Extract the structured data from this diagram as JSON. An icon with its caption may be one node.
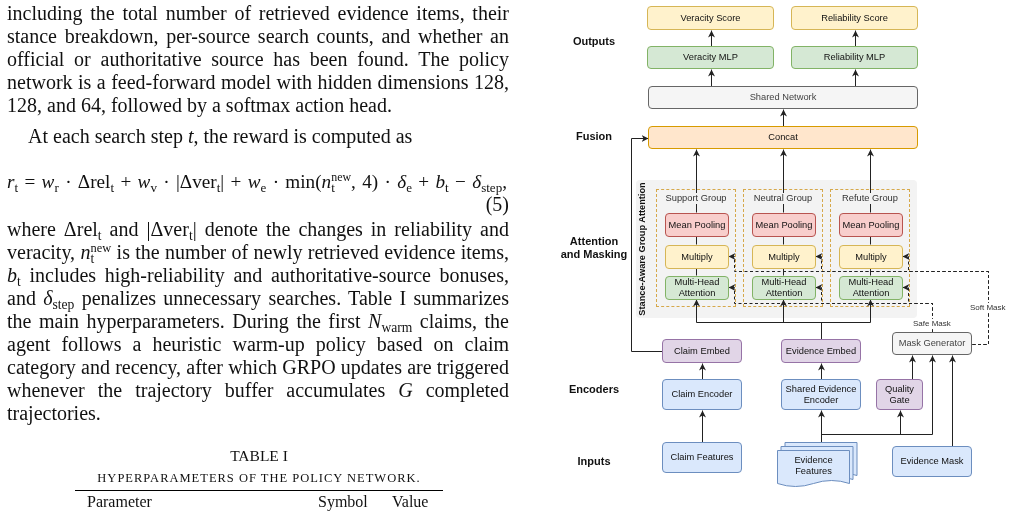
{
  "diagram": {
    "nodes": [
      {
        "text": [
          "Veracity Score"
        ]
      },
      {
        "text": [
          "Reliability Score"
        ]
      },
      {
        "text": [
          "Veracity MLP"
        ]
      },
      {
        "text": [
          "Reliability MLP"
        ]
      },
      {
        "text": [
          "Shared Network"
        ]
      },
      {
        "text": [
          "Concat"
        ]
      },
      {
        "text": [
          "Stance-Aware Group Attention"
        ]
      },
      {
        "text": [
          "Support Group"
        ],
        "in": 6
      },
      {
        "text": [
          "Mean Pooling"
        ],
        "in": 7
      },
      {
        "text": [
          "Multiply"
        ],
        "in": 7
      },
      {
        "text": [
          "Multi-Head Attention"
        ],
        "in": 7
      },
      {
        "text": [
          "Neutral Group"
        ],
        "in": 6
      },
      {
        "text": [
          "Mean Pooling"
        ],
        "in": 11
      },
      {
        "text": [
          "Multiply"
        ],
        "in": 11
      },
      {
        "text": [
          "Multi-Head Attention"
        ],
        "in": 11
      },
      {
        "text": [
          "Refute Group"
        ],
        "in": 6
      },
      {
        "text": [
          "Mean Pooling"
        ],
        "in": 15
      },
      {
        "text": [
          "Multiply"
        ],
        "in": 15
      },
      {
        "text": [
          "Multi-Head Attention"
        ],
        "in": 15
      },
      {
        "text": [
          "Claim Embed"
        ]
      },
      {
        "text": [
          "Evidence Embed"
        ]
      },
      {
        "text": [
          "Mask Generator"
        ]
      },
      {
        "text": [
          "Claim Encoder"
        ]
      },
      {
        "text": [
          "Shared Evidence Encoder"
        ]
      },
      {
        "text": [
          "Quality Gate"
        ]
      },
      {
        "text": [
          "Claim Features"
        ]
      },
      {
        "text": [
          "Evidence Features"
        ]
      },
      {
        "text": [
          "Evidence Mask"
        ]
      }
    ],
    "edges": [
      {
        "from": 2,
        "to": 0,
        "arrow": "to"
      },
      {
        "from": 3,
        "to": 1,
        "arrow": "to"
      },
      {
        "from": 4,
        "to": 2,
        "arrow": "to"
      },
      {
        "from": 4,
        "to": 3,
        "arrow": "to"
      },
      {
        "from": 5,
        "to": 4,
        "arrow": "to"
      },
      {
        "from": 8,
        "to": 5,
        "arrow": "to"
      },
      {
        "from": 12,
        "to": 5,
        "arrow": "to"
      },
      {
        "from": 16,
        "to": 5,
        "arrow": "to"
      },
      {
        "from": 9,
        "to": 8,
        "arrow": "none"
      },
      {
        "from": 10,
        "to": 9,
        "arrow": "none"
      },
      {
        "from": 13,
        "to": 12,
        "arrow": "none"
      },
      {
        "from": 14,
        "to": 13,
        "arrow": "none"
      },
      {
        "from": 17,
        "to": 16,
        "arrow": "none"
      },
      {
        "from": 18,
        "to": 17,
        "arrow": "none"
      },
      {
        "from": 20,
        "to": 10,
        "arrow": "to"
      },
      {
        "from": 20,
        "to": 14,
        "arrow": "to"
      },
      {
        "from": 20,
        "to": 18,
        "arrow": "to"
      },
      {
        "from": 21,
        "to": 18,
        "arrow": "to",
        "style": "dashed",
        "label": "Safe Mask"
      },
      {
        "from": 21,
        "to": 14,
        "arrow": "to",
        "style": "dashed"
      },
      {
        "from": 21,
        "to": 10,
        "arrow": "to",
        "style": "dashed"
      },
      {
        "from": 21,
        "to": 17,
        "arrow": "to",
        "style": "dashed",
        "label": "Soft Mask"
      },
      {
        "from": 21,
        "to": 13,
        "arrow": "to",
        "style": "dashed"
      },
      {
        "from": 21,
        "to": 9,
        "arrow": "to",
        "style": "dashed"
      },
      {
        "from": 19,
        "to": 5,
        "arrow": "to"
      },
      {
        "from": 22,
        "to": 19,
        "arrow": "to"
      },
      {
        "from": 23,
        "to": 20,
        "arrow": "to"
      },
      {
        "from": 24,
        "to": 21,
        "arrow": "to"
      },
      {
        "from": 25,
        "to": 22,
        "arrow": "to"
      },
      {
        "from": 26,
        "to": 23,
        "arrow": "to"
      },
      {
        "from": 26,
        "to": 24,
        "arrow": "to"
      },
      {
        "from": 26,
        "to": 21,
        "arrow": "to"
      },
      {
        "from": 27,
        "to": 21,
        "arrow": "to"
      }
    ],
    "labels": [
      "including the total number of retrieved evidence items, their stance breakdown, per-source search counts, and whether an official or authoritative source has been found. The policy network is a feed-forward model with hidden dimensions 128, 128, and 64, followed by a softmax action head.",
      "At each search step *t*, the reward is computed as",
      "*r*$_{t}$ = *w*$_{r}$ · Δrel$_{t}$ + *w*$_{v}$ · |Δver$_{t}$| + *w*$_{e}$ · min(*n*$_{t}$$^{new}$, 4) · *δ*$_{e}$ + *b*$_{t}$ − *δ*$_{step}$,",
      "(5)",
      "where Δrel$_{t}$ and |Δver$_{t}$| denote the changes in reliability and veracity, *n*$_{t}$$^{new}$ is the number of newly retrieved evidence items, *b*$_{t}$ includes high-reliability and authoritative-source bonuses, and *δ*$_{step}$ penalizes unnecessary searches. Table I summarizes the main hyperparameters. During the first *N*$_{warm}$ claims, the agent follows a heuristic warm-up policy based on claim category and recency, after which GRPO updates are triggered whenever the trajectory buffer accumulates *G* completed trajectories.",
      "TABLE I",
      "HYPERPARAMETERS OF THE POLICY NETWORK.",
      "Parameter",
      "Symbol",
      "Value",
      "Outputs",
      "Fusion",
      "Attention and Masking",
      "Encoders",
      "Inputs"
    ]
  }
}
